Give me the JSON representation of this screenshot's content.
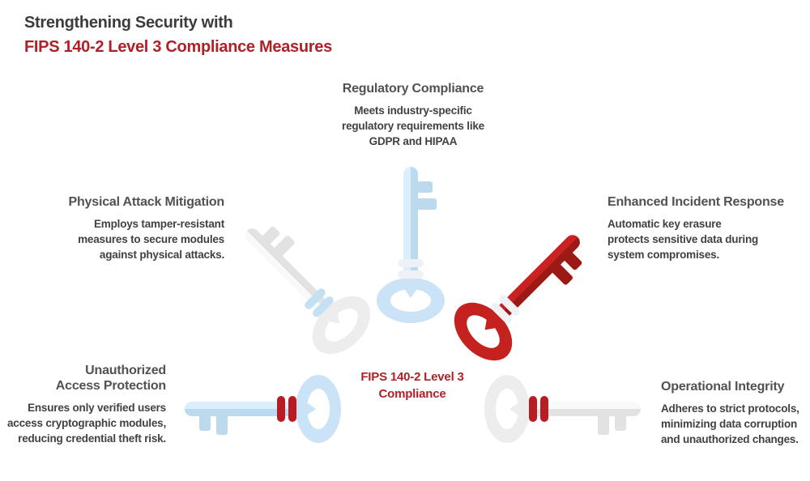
{
  "title": {
    "line1": "Strengthening Security with",
    "line2": "FIPS 140-2 Level 3 Compliance Measures"
  },
  "center": {
    "label": "FIPS 140-2 Level 3\nCompliance"
  },
  "sections": {
    "top": {
      "heading": "Regulatory Compliance",
      "body": "Meets industry-specific\nregulatory requirements like\nGDPR and HIPAA"
    },
    "left": {
      "heading": "Physical Attack Mitigation",
      "body": "Employs tamper-resistant\nmeasures to secure modules\nagainst physical attacks."
    },
    "right": {
      "heading": "Enhanced Incident Response",
      "body": "Automatic key erasure\nprotects sensitive data during\nsystem compromises."
    },
    "bottom_left": {
      "heading": "Unauthorized\nAccess Protection",
      "body": "Ensures only verified users\naccess cryptographic modules,\nreducing credential theft risk."
    },
    "bottom_right": {
      "heading": "Operational Integrity",
      "body": "Adheres to strict protocols,\nminimizing data corruption\nand unauthorized changes."
    }
  },
  "keys": {
    "top": {
      "icon": "key-icon",
      "color_name": "light-blue",
      "orientation": "vertical-up",
      "collar": "white"
    },
    "upper_left": {
      "icon": "key-icon",
      "color_name": "white",
      "orientation": "diagonal-up-left",
      "collar": "light-blue"
    },
    "upper_right": {
      "icon": "key-icon",
      "color_name": "red",
      "orientation": "diagonal-up-right",
      "collar": "white"
    },
    "bottom_left": {
      "icon": "key-icon",
      "color_name": "light-blue",
      "orientation": "horizontal-left",
      "collar": "red"
    },
    "bottom_right": {
      "icon": "key-icon",
      "color_name": "white",
      "orientation": "horizontal-right",
      "collar": "red"
    }
  },
  "colors": {
    "background": "#ffffff",
    "title_dark": "#3c3c3e",
    "accent_red": "#b02127",
    "heading_gray": "#515156",
    "body_gray": "#414144",
    "key_blue_main": "#cbe3f6",
    "key_blue_light": "#dbeefc",
    "key_blue_dark": "#bcd9ed",
    "key_white_main": "#ededee",
    "key_white_light": "#f9f9f9",
    "key_white_dark": "#e2e2e3",
    "key_red_main": "#c5211e",
    "key_red_light": "#cc2121",
    "key_red_dark": "#9c1a15",
    "collar_white": "#eef2f7",
    "collar_blue": "#c3e0f4",
    "collar_red": "#b71d22"
  }
}
